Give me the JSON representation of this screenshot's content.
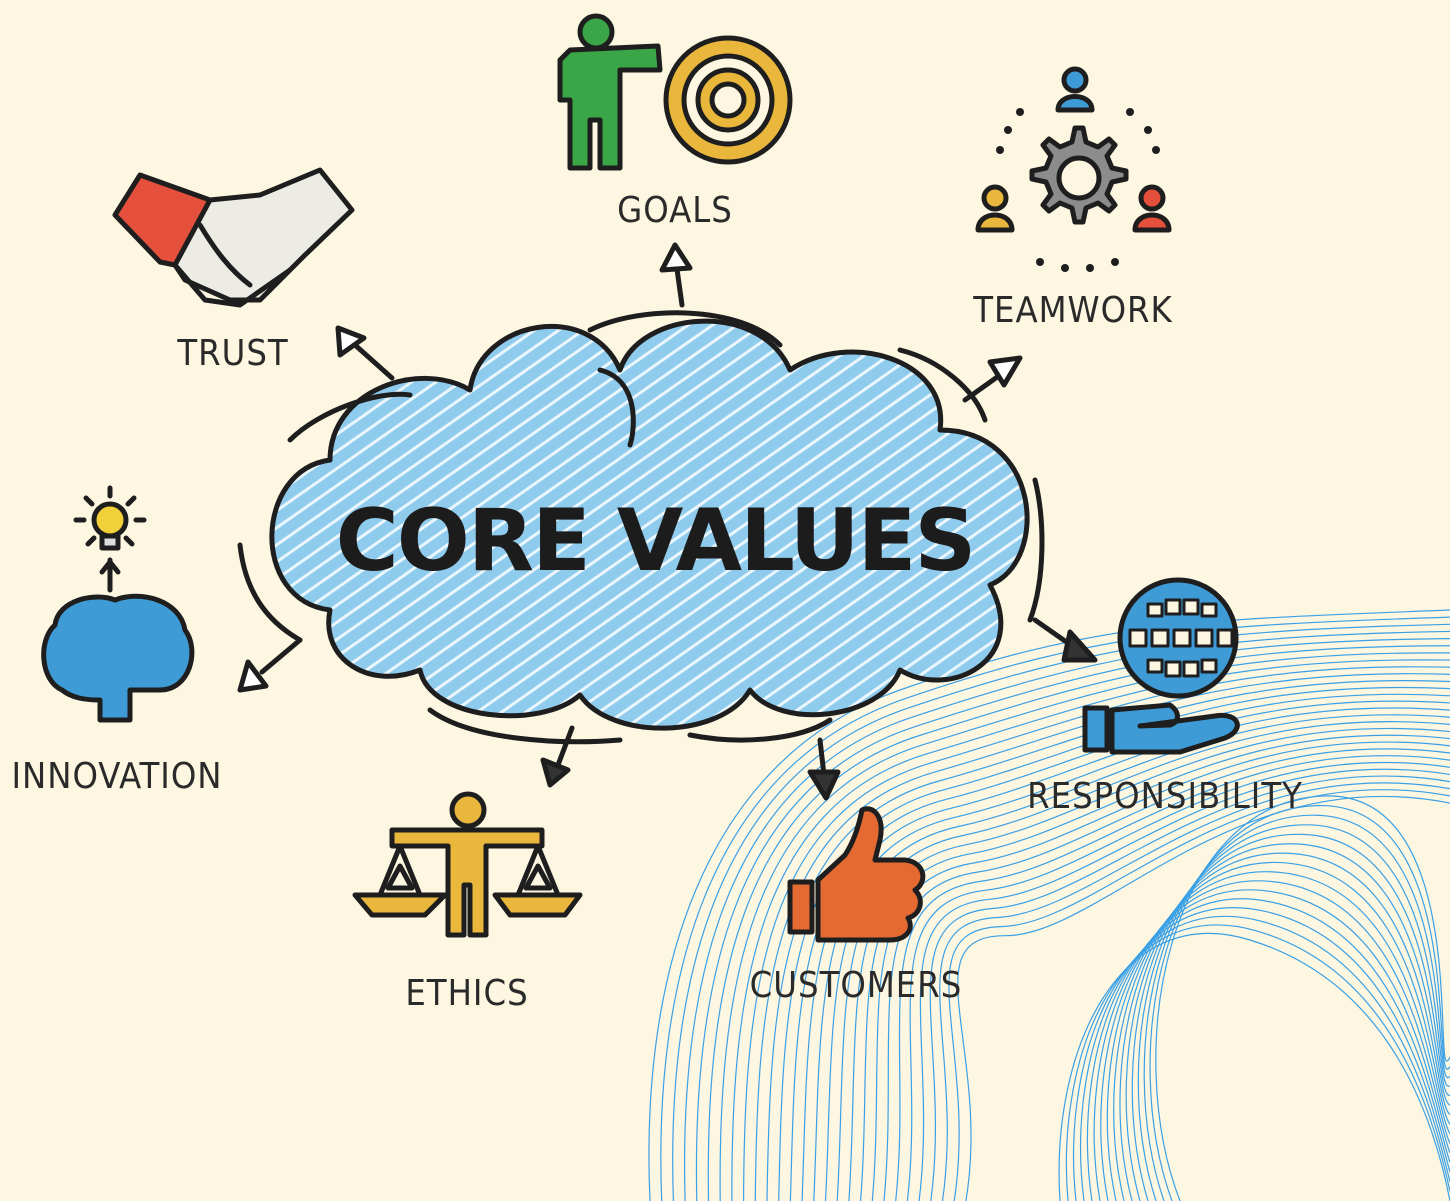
{
  "diagram": {
    "title": "CORE VALUES",
    "nodes": [
      {
        "id": "goals",
        "label": "GOALS",
        "icon": "person-target-icon",
        "color": "#3aa648"
      },
      {
        "id": "teamwork",
        "label": "TEAMWORK",
        "icon": "team-gear-icon",
        "color": "#8c8c8c"
      },
      {
        "id": "trust",
        "label": "TRUST",
        "icon": "handshake-icon",
        "color": "#e4503c"
      },
      {
        "id": "innovation",
        "label": "INNOVATION",
        "icon": "brain-lightbulb-icon",
        "color": "#3f9bd6"
      },
      {
        "id": "responsibility",
        "label": "RESPONSIBILITY",
        "icon": "globe-hand-icon",
        "color": "#3f9bd6"
      },
      {
        "id": "ethics",
        "label": "ETHICS",
        "icon": "scales-person-icon",
        "color": "#e9b73c"
      },
      {
        "id": "customers",
        "label": "CUSTOMERS",
        "icon": "thumbs-up-icon",
        "color": "#e46a32"
      }
    ],
    "colors": {
      "background": "#fdf6e1",
      "cloud": "#8fcbec",
      "wave_lines": "#3aa0e6"
    }
  }
}
